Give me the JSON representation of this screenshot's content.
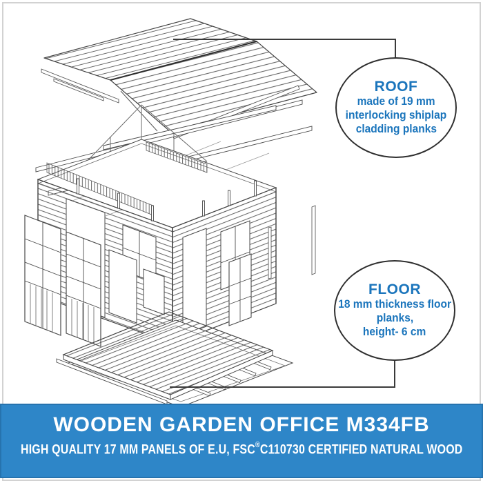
{
  "callouts": {
    "roof": {
      "title": "ROOF",
      "lines": [
        "made of 19 mm",
        "interlocking shiplap",
        "cladding planks"
      ]
    },
    "floor": {
      "title": "FLOOR",
      "lines": [
        "18 mm thickness floor",
        "planks,",
        "height- 6 cm"
      ]
    }
  },
  "banner": {
    "title": "WOODEN GARDEN OFFICE M334FB",
    "subtitle_prefix": "HIGH QUALITY 17 MM PANELS OF E.U, FSC",
    "subtitle_reg": "®",
    "subtitle_suffix": "C110730 CERTIFIED NATURAL WOOD"
  },
  "colors": {
    "accent_blue": "#1b75bc",
    "banner_blue": "#2e86c8",
    "banner_border": "#2673ae",
    "line_dark": "#3a3a3a",
    "line_draw": "#4a4a4a",
    "frame_gray": "#d2d2d2"
  },
  "illustration": {
    "name": "exploded-isometric-drawing-of-wooden-garden-office",
    "parts": [
      "roof panels",
      "purlins",
      "wall framing",
      "siding walls",
      "doors",
      "windows",
      "floor planks",
      "foundation frame"
    ]
  }
}
